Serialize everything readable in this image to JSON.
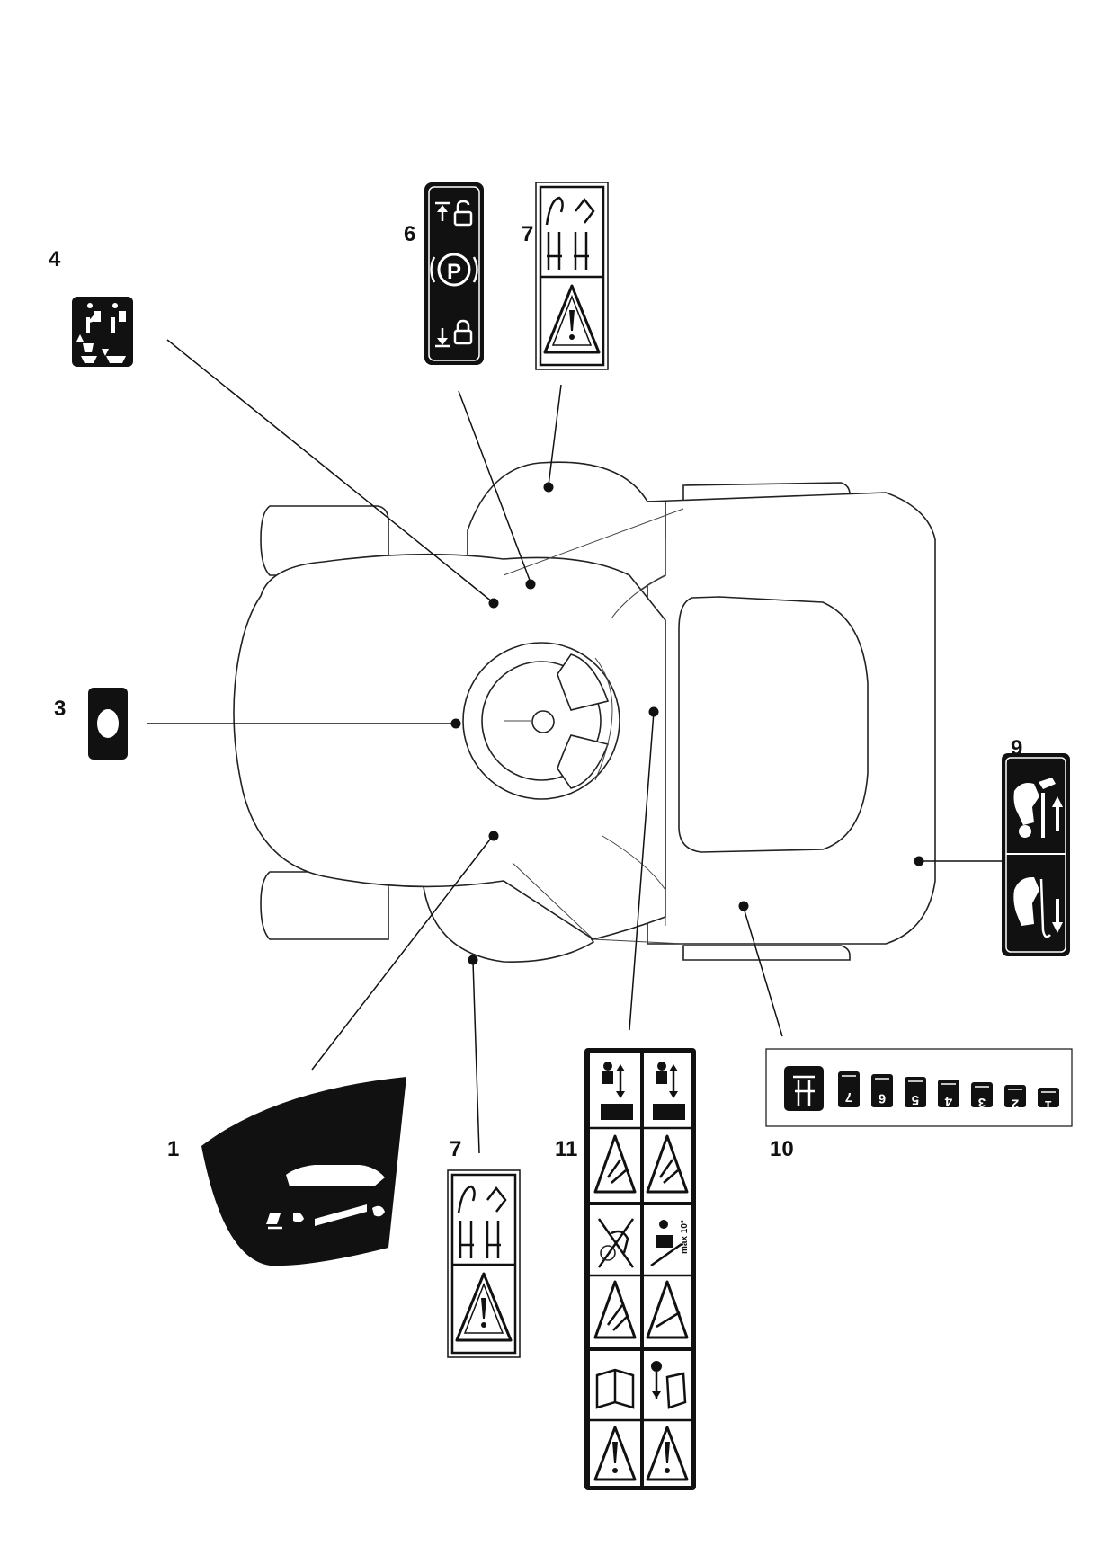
{
  "callouts": {
    "c1": "1",
    "c3": "3",
    "c4": "4",
    "c6": "6",
    "c7a": "7",
    "c7b": "7",
    "c9": "9",
    "c10": "10",
    "c11": "11"
  },
  "decal_6": {
    "park_letter": "P"
  },
  "decal_10": {
    "height_positions": [
      "7",
      "6",
      "5",
      "4",
      "3",
      "2",
      "1"
    ]
  },
  "decal_11": {
    "slope_text": "max 10°"
  },
  "colors": {
    "ink": "#111111",
    "paper": "#ffffff"
  }
}
